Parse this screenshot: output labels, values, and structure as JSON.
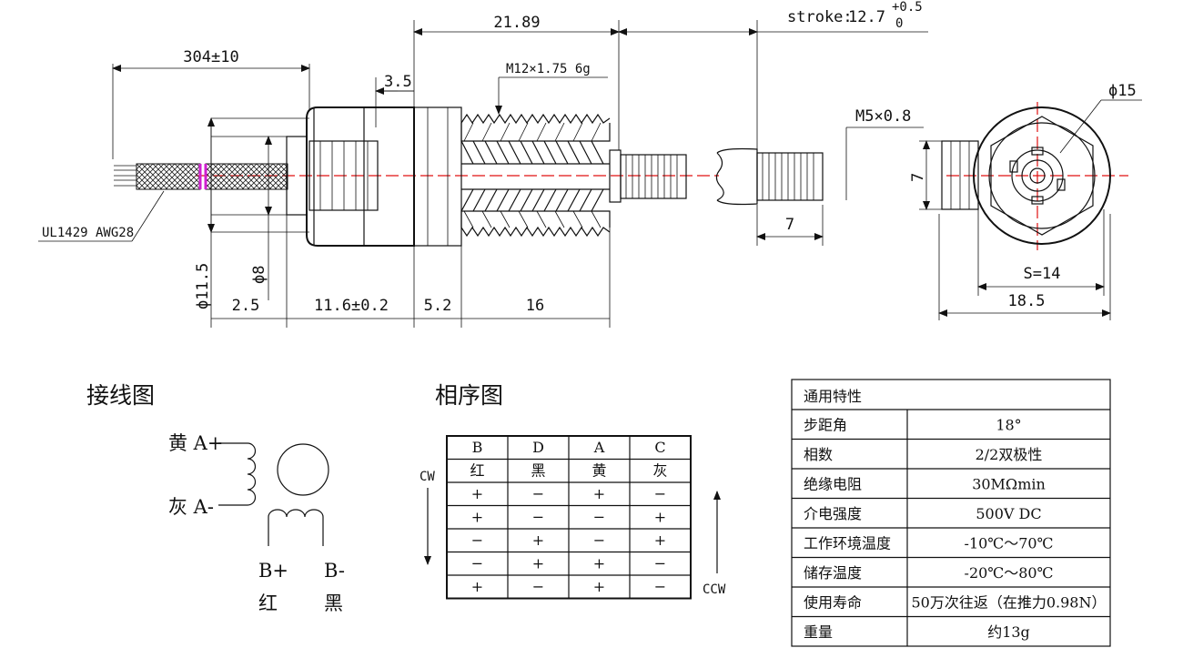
{
  "dimensions": {
    "overall_length": "21.89",
    "stroke_label": "stroke:",
    "stroke_value": "12.7",
    "stroke_tol_plus": "+0.5",
    "stroke_tol_minus": "0",
    "lead_length": "304±10",
    "thread_main": "M12×1.75 6g",
    "step_3_5": "3.5",
    "thread_end": "M5×0.8",
    "wire_label": "UL1429 AWG28",
    "dia_11_5": "ϕ11.5",
    "dia_8": "ϕ8",
    "len_2_5": "2.5",
    "len_11_6": "11.6±0.2",
    "len_5_2": "5.2",
    "len_16": "16",
    "len_7_shaft": "7",
    "dia_15": "ϕ15",
    "height_7": "7",
    "hex_s14": "S=14",
    "width_18_5": "18.5"
  },
  "wiring": {
    "title": "接线图",
    "a_plus": "黄 A+",
    "a_minus": "灰 A-",
    "b_plus": "B+",
    "b_minus": "B-",
    "b_plus_color": "红",
    "b_minus_color": "黑"
  },
  "phase": {
    "title": "相序图",
    "cw": "CW",
    "ccw": "CCW",
    "headers": [
      "B",
      "D",
      "A",
      "C"
    ],
    "colors": [
      "红",
      "黑",
      "黄",
      "灰"
    ],
    "rows": [
      [
        "+",
        "−",
        "+",
        "−"
      ],
      [
        "+",
        "−",
        "−",
        "+"
      ],
      [
        "−",
        "+",
        "−",
        "+"
      ],
      [
        "−",
        "+",
        "+",
        "−"
      ],
      [
        "+",
        "−",
        "+",
        "−"
      ]
    ]
  },
  "specs": {
    "title": "通用特性",
    "rows": [
      {
        "label": "步距角",
        "value": "18°"
      },
      {
        "label": "相数",
        "value": "2/2双极性"
      },
      {
        "label": "绝缘电阻",
        "value": "30MΩmin"
      },
      {
        "label": "介电强度",
        "value": "500V DC"
      },
      {
        "label": "工作环境温度",
        "value": "-10℃～70℃"
      },
      {
        "label": "储存温度",
        "value": "-20℃～80℃"
      },
      {
        "label": "使用寿命",
        "value": "50万次往返（在推力0.98N）"
      },
      {
        "label": "重量",
        "value": "约13g"
      }
    ]
  }
}
